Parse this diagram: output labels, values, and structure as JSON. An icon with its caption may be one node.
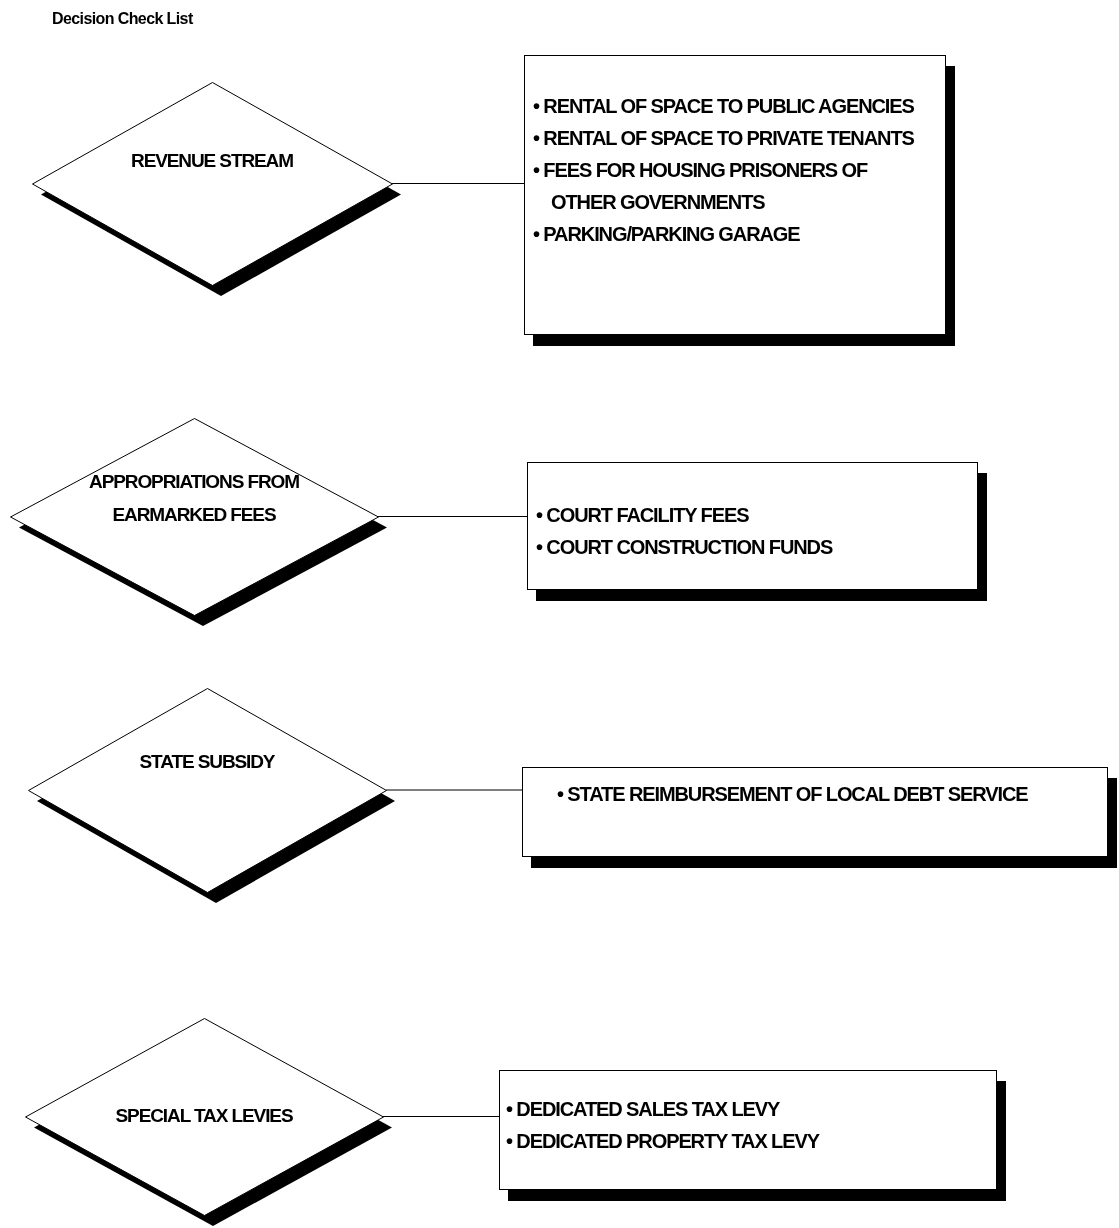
{
  "diagram": {
    "title": "Decision Check List",
    "nodes": [
      {
        "text": [
          "REVENUE STREAM"
        ]
      },
      {
        "text": [
          "• RENTAL OF SPACE TO PUBLIC AGENCIES",
          "• RENTAL OF SPACE TO PRIVATE TENANTS",
          "• FEES FOR HOUSING PRISONERS OF OTHER GOVERNMENTS",
          "• PARKING/PARKING GARAGE"
        ]
      },
      {
        "text": [
          "APPROPRIATIONS FROM EARMARKED FEES"
        ]
      },
      {
        "text": [
          "• COURT FACILITY FEES",
          "• COURT CONSTRUCTION FUNDS"
        ]
      },
      {
        "text": [
          "STATE SUBSIDY"
        ]
      },
      {
        "text": [
          "• STATE REIMBURSEMENT OF LOCAL DEBT SERVICE"
        ]
      },
      {
        "text": [
          "SPECIAL TAX LEVIES"
        ]
      },
      {
        "text": [
          "• DEDICATED SALES TAX LEVY",
          "• DEDICATED PROPERTY TAX LEVY"
        ]
      }
    ],
    "edges": [
      {
        "from": 0,
        "to": 1,
        "arrow": "none"
      },
      {
        "from": 2,
        "to": 3,
        "arrow": "none"
      },
      {
        "from": 4,
        "to": 5,
        "arrow": "none"
      },
      {
        "from": 6,
        "to": 7,
        "arrow": "none"
      }
    ]
  }
}
